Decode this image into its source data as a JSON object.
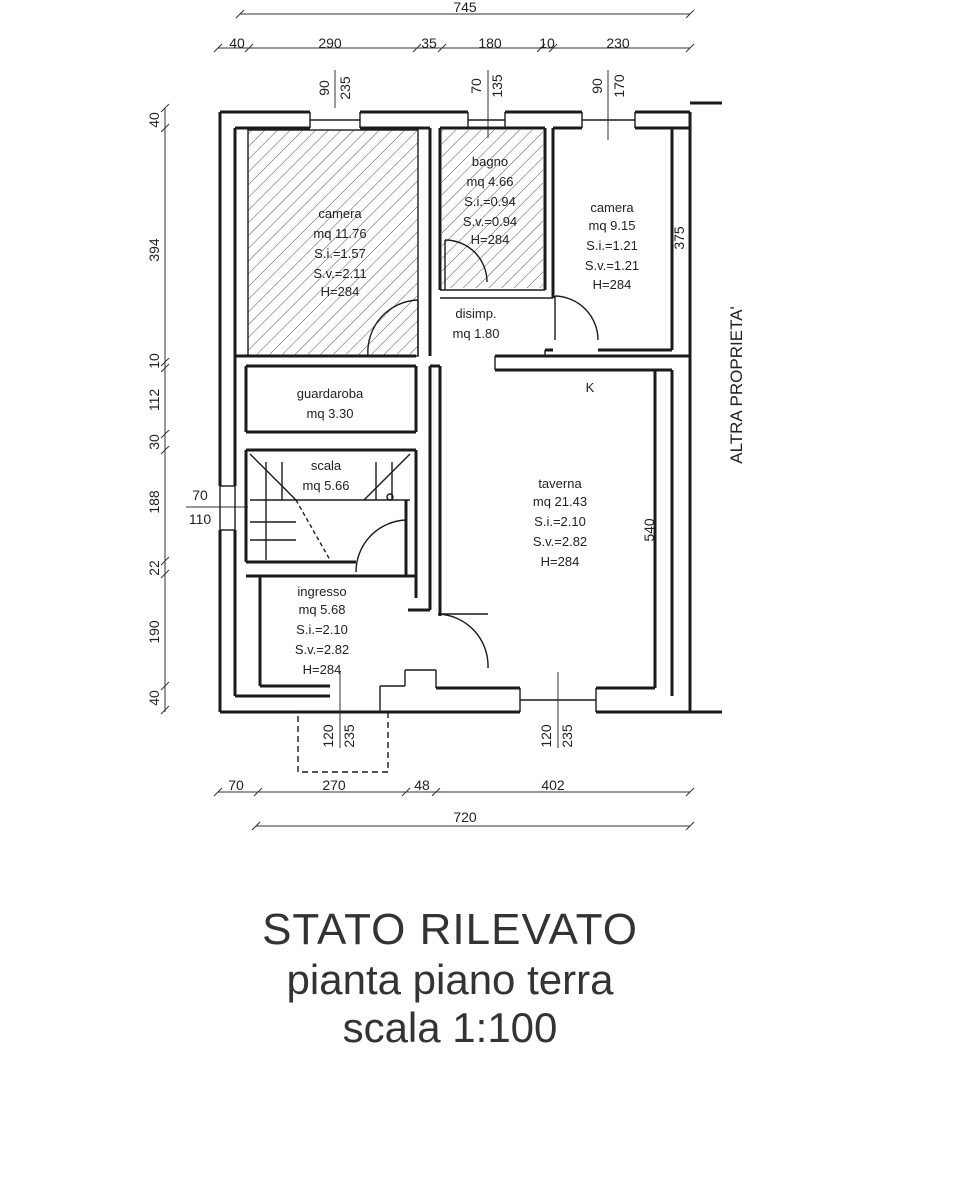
{
  "dims": {
    "top_overall": "745",
    "top_parts": [
      "40",
      "290",
      "35",
      "180",
      "10",
      "230"
    ],
    "openings_top": [
      [
        "90",
        "235"
      ],
      [
        "70",
        "135"
      ],
      [
        "90",
        "170"
      ]
    ],
    "left_parts": [
      "40",
      "394",
      "10",
      "112",
      "30",
      "188",
      "22",
      "190",
      "40"
    ],
    "left_window": [
      "70",
      "110"
    ],
    "right_camera": "375",
    "right_taverna": "540",
    "bottom_parts": [
      "70",
      "270",
      "48",
      "402"
    ],
    "bottom_overall": "720",
    "openings_bottom": [
      [
        "120",
        "235"
      ],
      [
        "120",
        "235"
      ]
    ]
  },
  "rooms": {
    "camera1": [
      "camera",
      "mq 11.76",
      "S.i.=1.57",
      "S.v.=2.11",
      "H=284"
    ],
    "bagno": [
      "bagno",
      "mq 4.66",
      "S.i.=0.94",
      "S.v.=0.94",
      "H=284"
    ],
    "camera2": [
      "camera",
      "mq 9.15",
      "S.i.=1.21",
      "S.v.=1.21",
      "H=284"
    ],
    "disimp": [
      "disimp.",
      "mq 1.80"
    ],
    "guardaroba": [
      "guardaroba",
      "mq 3.30"
    ],
    "scala": [
      "scala",
      "mq 5.66"
    ],
    "taverna": [
      "taverna",
      "mq 21.43",
      "S.i.=2.10",
      "S.v.=2.82",
      "H=284"
    ],
    "ingresso": [
      "ingresso",
      "mq 5.68",
      "S.i.=2.10",
      "S.v.=2.82",
      "H=284"
    ]
  },
  "kitchen_mark": "K",
  "neighbor_label": "ALTRA PROPRIETA'",
  "title": {
    "line1": "STATO RILEVATO",
    "line2": "pianta piano terra",
    "line3": "scala 1:100"
  }
}
